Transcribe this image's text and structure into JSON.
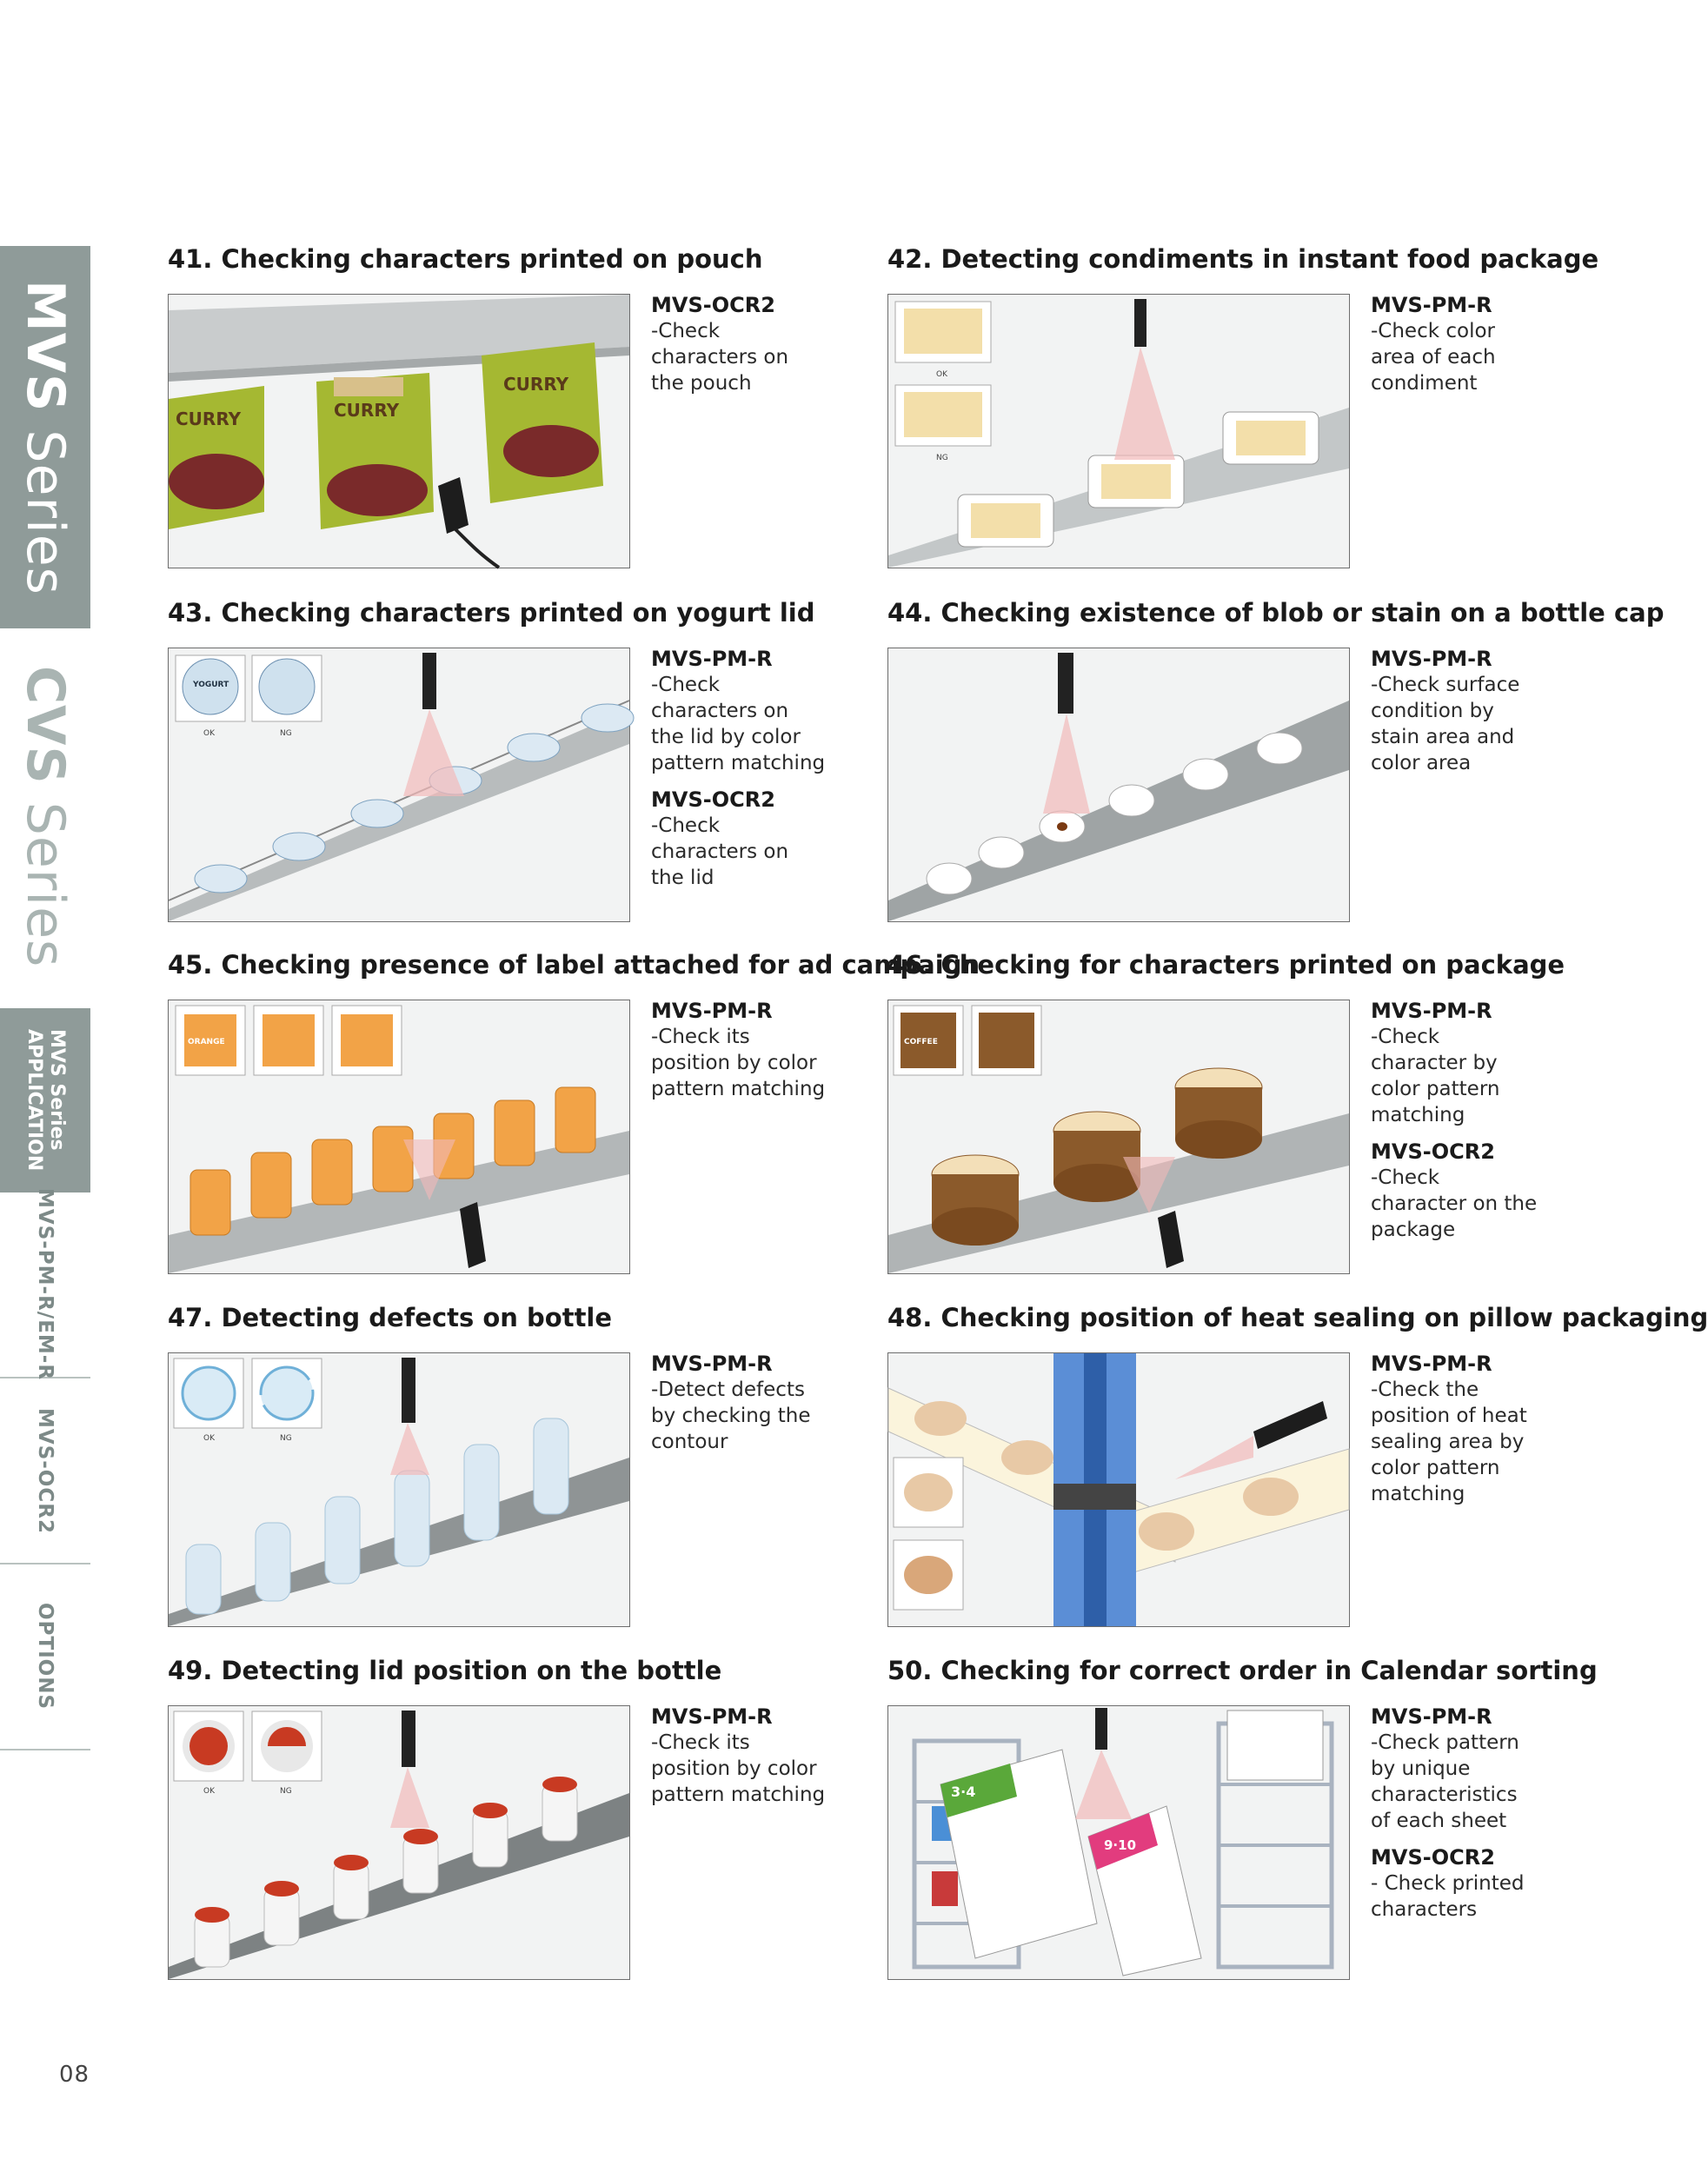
{
  "sidebar": {
    "mvs": {
      "bold": "MVS",
      "light": " Series"
    },
    "cvs": {
      "bold": "CVS",
      "light": " Series"
    },
    "application": {
      "line1": "MVS Series",
      "line2": "APPLICATION"
    },
    "pm": "MVS-PM-R/EM-R",
    "ocr": "MVS-OCR2",
    "options": "OPTIONS"
  },
  "apps": [
    {
      "title": "41. Checking characters printed on pouch",
      "entries": [
        {
          "model": "MVS-OCR2",
          "text": "-Check\ncharacters on\nthe pouch"
        }
      ]
    },
    {
      "title": "42. Detecting condiments in instant food package",
      "entries": [
        {
          "model": "MVS-PM-R",
          "text": "-Check color\narea of each\ncondiment"
        }
      ]
    },
    {
      "title": "43. Checking characters printed on yogurt lid",
      "entries": [
        {
          "model": "MVS-PM-R",
          "text": "-Check\ncharacters on\nthe lid by color\npattern matching"
        },
        {
          "model": "MVS-OCR2",
          "text": "-Check\ncharacters on\nthe lid"
        }
      ]
    },
    {
      "title": "44. Checking existence of blob or stain on a bottle cap",
      "entries": [
        {
          "model": "MVS-PM-R",
          "text": "-Check surface\ncondition by\nstain area and\ncolor area"
        }
      ]
    },
    {
      "title": "45. Checking presence of label attached for ad campaign",
      "entries": [
        {
          "model": "MVS-PM-R",
          "text": "-Check its\nposition by color\npattern matching"
        }
      ]
    },
    {
      "title": "46. Checking for characters printed on package",
      "entries": [
        {
          "model": "MVS-PM-R",
          "text": "-Check\ncharacter by\ncolor pattern\nmatching"
        },
        {
          "model": "MVS-OCR2",
          "text": "-Check\ncharacter on the\npackage"
        }
      ]
    },
    {
      "title": "47. Detecting defects on bottle",
      "entries": [
        {
          "model": "MVS-PM-R",
          "text": "-Detect defects\nby checking the\ncontour"
        }
      ]
    },
    {
      "title": "48. Checking position of heat sealing on pillow packaging",
      "entries": [
        {
          "model": "MVS-PM-R",
          "text": "-Check the\nposition of heat\nsealing area by\ncolor pattern\nmatching"
        }
      ]
    },
    {
      "title": "49. Detecting lid position on the bottle",
      "entries": [
        {
          "model": "MVS-PM-R",
          "text": "-Check its\nposition by color\npattern matching"
        }
      ]
    },
    {
      "title": "50. Checking for correct order in Calendar sorting",
      "entries": [
        {
          "model": "MVS-PM-R",
          "text": "-Check pattern\nby unique\ncharacteristics\nof each sheet"
        },
        {
          "model": "MVS-OCR2",
          "text": "- Check printed\ncharacters"
        }
      ]
    }
  ],
  "illustrations": {
    "pouch_brand": "CURRY",
    "ok_label": "OK",
    "ng_label": "NG",
    "yogurt_label": "YOGURT",
    "can_label": "ORANGE",
    "coffee_label": "COFFEE",
    "cal_a": "3·4",
    "cal_b": "9·10"
  },
  "page_number": "08"
}
